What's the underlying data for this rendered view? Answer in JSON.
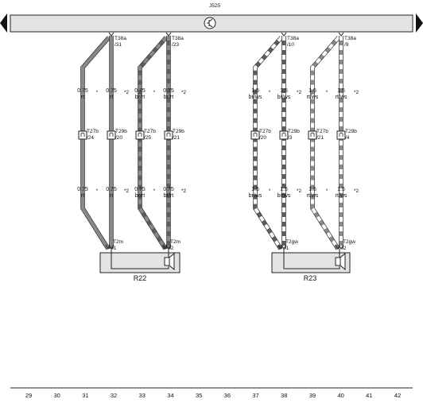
{
  "control_unit": {
    "label": "J525"
  },
  "colors": {
    "red": "#8a8a8a",
    "brown": "#5e5e5e",
    "white": "#ffffff",
    "box_fill": "#e3e3e3",
    "line": "#222222"
  },
  "wires": [
    {
      "id": "w1",
      "upper_size": "0.75",
      "upper_color": "rt",
      "lower_size": "0.75",
      "lower_color": "rt",
      "upper_pin": "",
      "mid_conn": "T27b",
      "mid_pin": "/24",
      "lower_pin": "/1",
      "lower_conn": "T2m",
      "bend": "left",
      "pattern": [
        "red"
      ]
    },
    {
      "id": "w2",
      "upper_size": "0.75",
      "upper_color": "rt",
      "lower_size": "0.75",
      "lower_color": "rt",
      "upper_conn": "T38a",
      "upper_pin": "/31",
      "mid_conn": "T29b",
      "mid_pin": "/20",
      "lower_pin": "",
      "lower_conn": "",
      "bend": "",
      "pattern": [
        "red"
      ]
    },
    {
      "id": "w3",
      "upper_size": "0.75",
      "upper_color": "br/rt",
      "lower_size": "0.75",
      "lower_color": "br/rt",
      "upper_pin": "",
      "mid_conn": "T27b",
      "mid_pin": "/25",
      "lower_pin": "/2",
      "lower_conn": "T2m",
      "bend": "left",
      "pattern": [
        "brown",
        "red"
      ]
    },
    {
      "id": "w4",
      "upper_size": "0.75",
      "upper_color": "br/rt",
      "lower_size": "0.75",
      "lower_color": "br/rt",
      "upper_conn": "T38a",
      "upper_pin": "/23",
      "mid_conn": "T29b",
      "mid_pin": "/21",
      "lower_pin": "",
      "lower_conn": "",
      "bend": "",
      "pattern": [
        "brown",
        "red"
      ]
    },
    {
      "id": "w5",
      "upper_size": "1.5",
      "upper_color": "br/ws",
      "lower_size": "1.5",
      "lower_color": "br/ws",
      "upper_pin": "",
      "mid_conn": "T27b",
      "mid_pin": "/20",
      "lower_pin": "/1",
      "lower_conn": "T2gw",
      "bend": "left",
      "pattern": [
        "brown",
        "white"
      ]
    },
    {
      "id": "w6",
      "upper_size": "1.5",
      "upper_color": "br/ws",
      "lower_size": "1.5",
      "lower_color": "br/ws",
      "upper_conn": "T38a",
      "upper_pin": "/10",
      "mid_conn": "T29b",
      "mid_pin": "/3",
      "lower_pin": "",
      "lower_conn": "",
      "bend": "",
      "pattern": [
        "brown",
        "white"
      ]
    },
    {
      "id": "w7",
      "upper_size": "1.5",
      "upper_color": "rt/ws",
      "lower_size": "1.5",
      "lower_color": "rt/ws",
      "upper_pin": "",
      "mid_conn": "T27b",
      "mid_pin": "/21",
      "lower_pin": "/2",
      "lower_conn": "T2gw",
      "bend": "left",
      "pattern": [
        "red",
        "white"
      ]
    },
    {
      "id": "w8",
      "upper_size": "1.5",
      "upper_color": "rt/ws",
      "lower_size": "1.5",
      "lower_color": "rt/ws",
      "upper_conn": "T38a",
      "upper_pin": "/9",
      "mid_conn": "T29b",
      "mid_pin": "/4",
      "lower_pin": "",
      "lower_conn": "",
      "bend": "",
      "pattern": [
        "red",
        "white"
      ]
    }
  ],
  "footnote": "*2",
  "separator": "*",
  "components": [
    {
      "label": "R22"
    },
    {
      "label": "R23"
    }
  ],
  "columns": [
    "29",
    "30",
    "31",
    "32",
    "33",
    "34",
    "35",
    "36",
    "37",
    "38",
    "39",
    "40",
    "41",
    "42"
  ]
}
